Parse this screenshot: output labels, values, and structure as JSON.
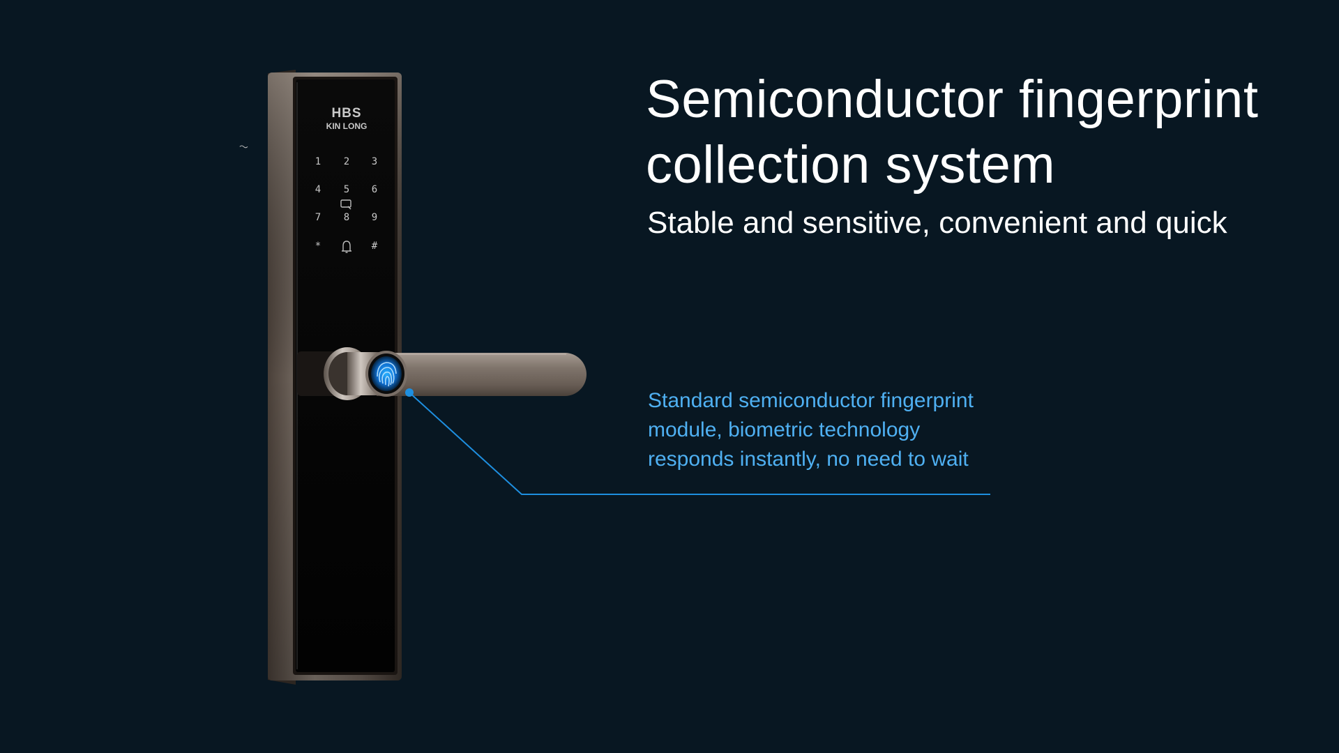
{
  "heading": {
    "lines": [
      "Semiconductor fingerprint",
      "collection system"
    ]
  },
  "subheading": "Stable and sensitive, convenient and quick",
  "callout": {
    "lines": [
      "Standard semiconductor fingerprint",
      "module, biometric technology",
      "responds instantly, no need to wait"
    ]
  },
  "product": {
    "brand_lines": [
      "HBS",
      "KIN LONG"
    ],
    "keypad": [
      [
        "1",
        "2",
        "3"
      ],
      [
        "4",
        "5",
        "6"
      ],
      [
        "7",
        "8",
        "9"
      ],
      [
        "*",
        "bell-icon",
        "#"
      ]
    ],
    "icons": [
      "card-reader-icon",
      "bell-icon",
      "fingerprint-icon"
    ]
  },
  "colors": {
    "background": "#081722",
    "heading_text": "#ffffff",
    "callout_text": "#4fb0f2",
    "callout_line": "#1e8fe0",
    "fingerprint_glow": "#1aa3ff"
  }
}
